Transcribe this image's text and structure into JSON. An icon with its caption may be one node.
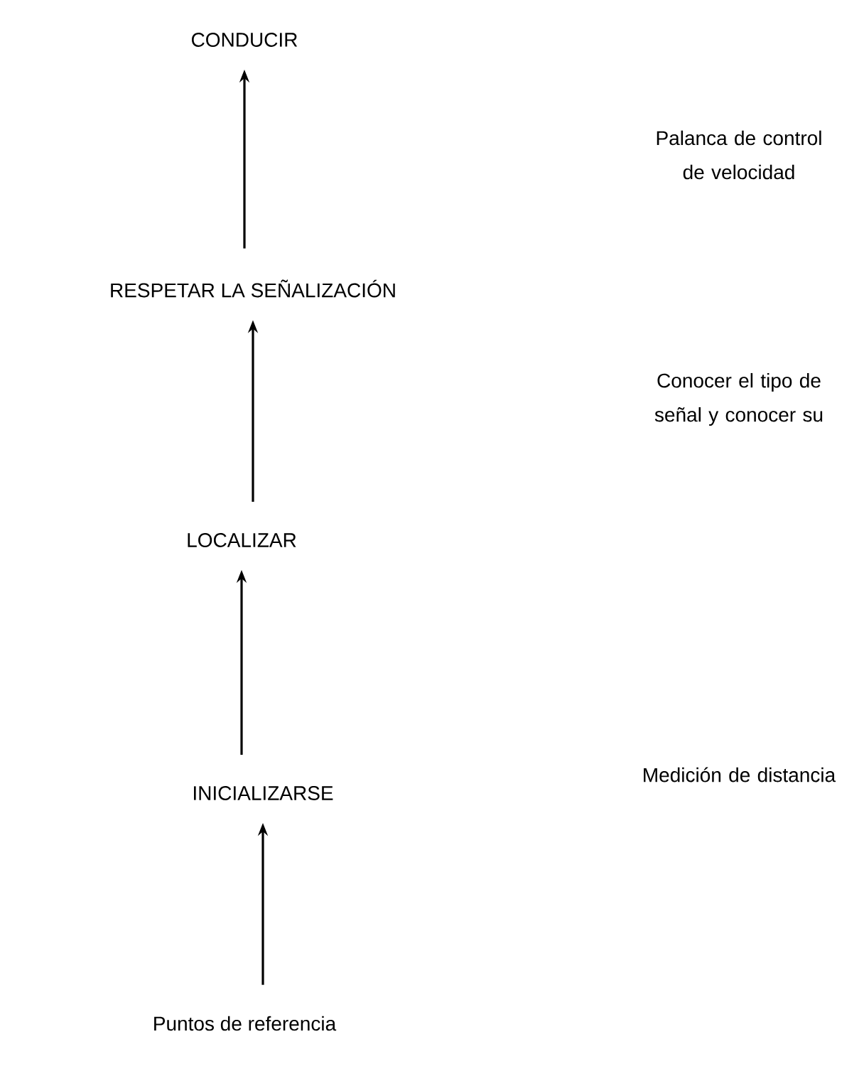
{
  "diagram": {
    "nodes": [
      {
        "text": [
          "CONDUCIR"
        ]
      },
      {
        "text": [
          "RESPETAR LA SEÑALIZACIÓN"
        ]
      },
      {
        "text": [
          "LOCALIZAR"
        ]
      },
      {
        "text": [
          "INICIALIZARSE"
        ]
      },
      {
        "text": [
          "Puntos de referencia"
        ]
      }
    ],
    "edges": [
      {
        "from": 1,
        "to": 0,
        "arrow": "to"
      },
      {
        "from": 2,
        "to": 1,
        "arrow": "to"
      },
      {
        "from": 3,
        "to": 2,
        "arrow": "to"
      },
      {
        "from": 4,
        "to": 3,
        "arrow": "to"
      }
    ],
    "labels": [
      "Palanca de control de velocidad",
      "Conocer el tipo de señal y conocer su",
      "Medición de distancia"
    ]
  }
}
